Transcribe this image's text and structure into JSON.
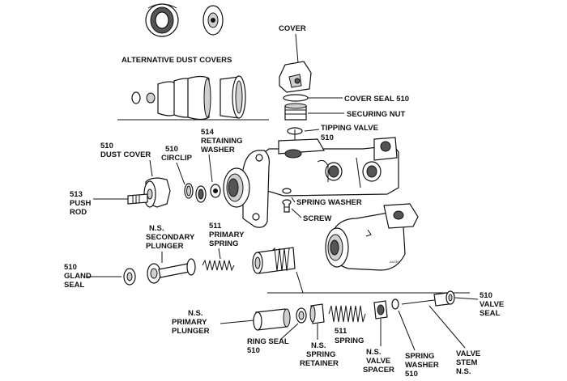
{
  "labels": {
    "cover": "COVER",
    "alt_dust_covers": "ALTERNATIVE DUST COVERS",
    "cover_seal": "COVER SEAL 510",
    "securing_nut": "SECURING NUT",
    "tipping_valve_1": "TIPPING VALVE",
    "tipping_valve_2": "510",
    "retaining_washer_1": "514",
    "retaining_washer_2": "RETAINING",
    "retaining_washer_3": "WASHER",
    "dust_cover_1": "510",
    "dust_cover_2": "DUST COVER",
    "circlip_1": "510",
    "circlip_2": "CIRCLIP",
    "push_rod_1": "513",
    "push_rod_2": "PUSH",
    "push_rod_3": "ROD",
    "spring_washer": "SPRING WASHER",
    "screw": "SCREW",
    "secondary_plunger_1": "N.S.",
    "secondary_plunger_2": "SECONDARY",
    "secondary_plunger_3": "PLUNGER",
    "primary_spring_1": "511",
    "primary_spring_2": "PRIMARY",
    "primary_spring_3": "SPRING",
    "gland_seal_1": "510",
    "gland_seal_2": "GLAND",
    "gland_seal_3": "SEAL",
    "valve_seal_1": "510",
    "valve_seal_2": "VALVE",
    "valve_seal_3": "SEAL",
    "primary_plunger_1": "N.S.",
    "primary_plunger_2": "PRIMARY",
    "primary_plunger_3": "PLUNGER",
    "ring_seal_1": "RING SEAL",
    "ring_seal_2": "510",
    "spring_retainer_1": "N.S.",
    "spring_retainer_2": "SPRING",
    "spring_retainer_3": "RETAINER",
    "spring_1": "511",
    "spring_2": "SPRING",
    "valve_spacer_1": "N.S.",
    "valve_spacer_2": "VALVE",
    "valve_spacer_3": "SPACER",
    "spring_washer2_1": "SPRING",
    "spring_washer2_2": "WASHER",
    "spring_washer2_3": "510",
    "valve_stem_1": "VALVE",
    "valve_stem_2": "STEM",
    "valve_stem_3": "N.S.",
    "part_code": "A6250"
  },
  "colors": {
    "ink": "#111111",
    "shade": "#cfcfcf",
    "background": "#ffffff"
  }
}
